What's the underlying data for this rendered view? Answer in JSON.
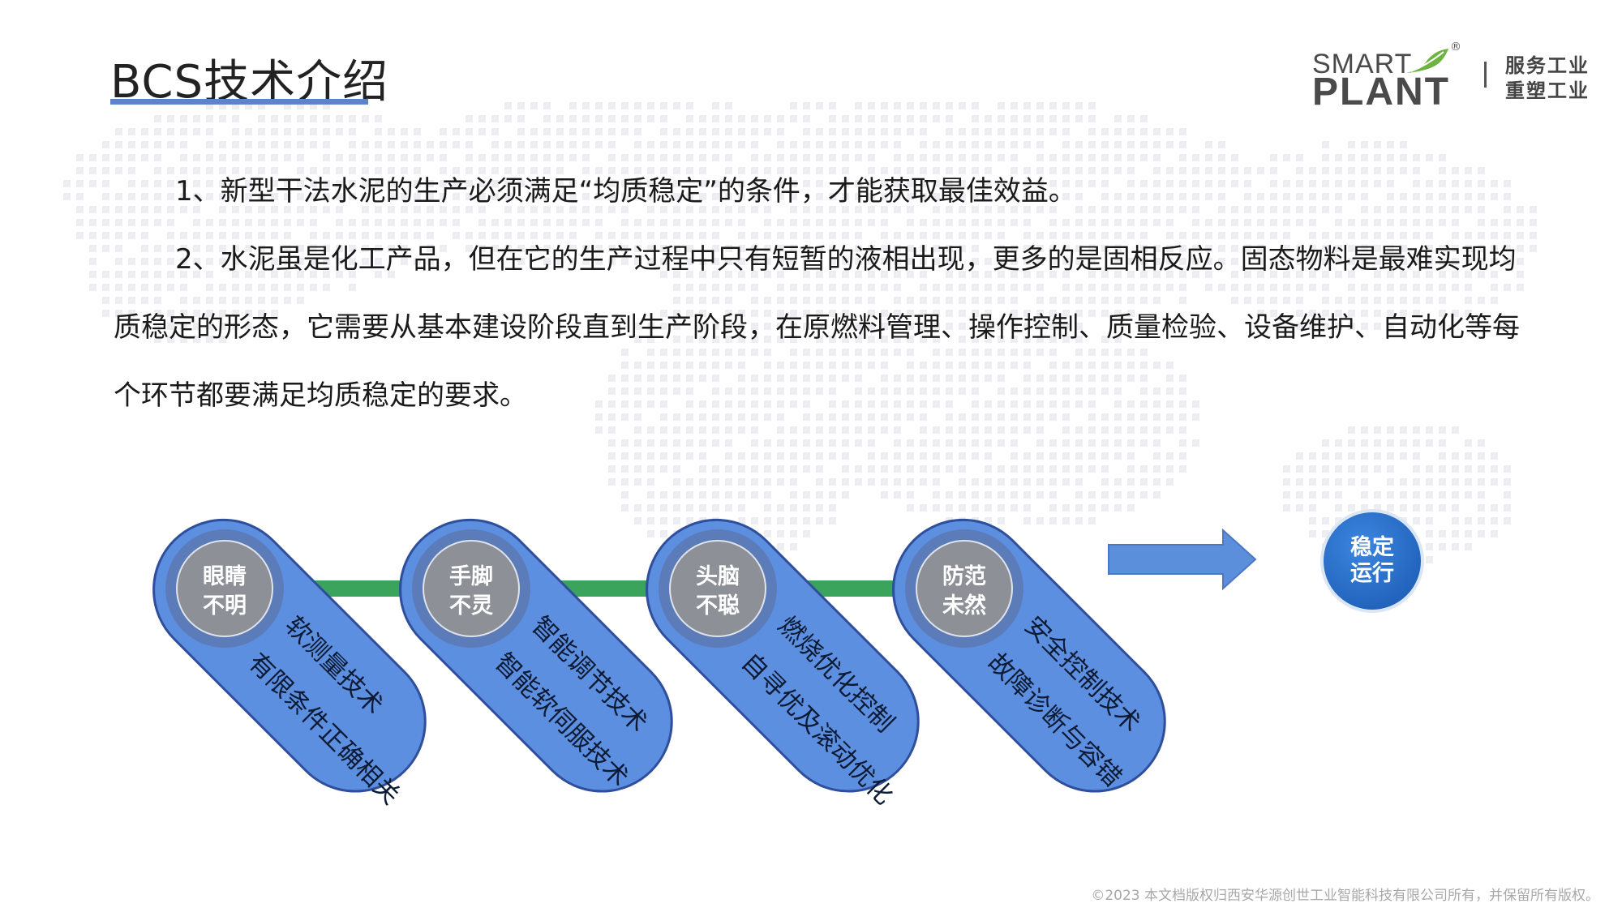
{
  "title": "BCS技术介绍",
  "logo": {
    "smart": "SMART",
    "plant": "PLANT",
    "registered": "®",
    "slogan_line1": "服务工业",
    "slogan_line2": "重塑工业"
  },
  "paragraphs": [
    "1、新型干法水泥的生产必须满足“均质稳定”的条件，才能获取最佳效益。",
    "2、水泥虽是化工产品，但在它的生产过程中只有短暂的液相出现，更多的是固相反应。固态物料是最难实现均质稳定的形态，它需要从基本建设阶段直到生产阶段，在原燃料管理、操作控制、质量检验、设备维护、自动化等每个环节都要满足均质稳定的要求。"
  ],
  "stages": [
    {
      "circle_line1": "眼睛",
      "circle_line2": "不明",
      "tech1": "软测量技术",
      "tech2": "有限条件正确相关"
    },
    {
      "circle_line1": "手脚",
      "circle_line2": "不灵",
      "tech1": "智能调节技术",
      "tech2": "智能软伺服技术"
    },
    {
      "circle_line1": "头脑",
      "circle_line2": "不聪",
      "tech1": "燃烧优化控制",
      "tech2": "自寻优及滚动优化"
    },
    {
      "circle_line1": "防范",
      "circle_line2": "未然",
      "tech1": "安全控制技术",
      "tech2": "故障诊断与容错"
    }
  ],
  "goal": {
    "line1": "稳定",
    "line2": "运行"
  },
  "colors": {
    "pill_fill": "#5c8fe0",
    "pill_stroke": "#2f4f9c",
    "ring": "#5b7cb9",
    "circle_fill": "#8d9097",
    "connector": "#3aa35c",
    "arrow": "#5b8fdc",
    "goal_fill": "#1f60b8",
    "title_underline": "#5b84c9"
  },
  "footer": "©2023 本文档版权归西安华源创世工业智能科技有限公司所有，并保留所有版权。"
}
